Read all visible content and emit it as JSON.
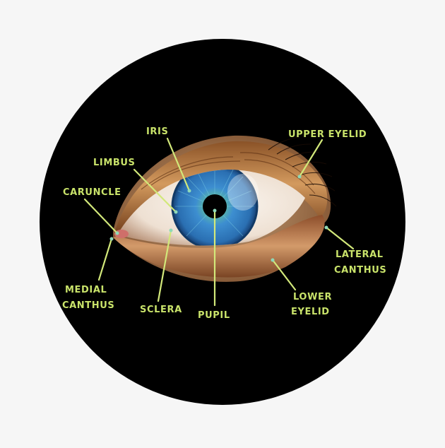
{
  "colors": {
    "page_background": "#f6f6f6",
    "button_background": "#000000",
    "label_color": "#c9e36a",
    "leader_line": "#d2e87a",
    "iris_outer": "#1f5f9e",
    "iris_mid": "#3d8ed0",
    "iris_inner": "#4fb3a4",
    "sclera": "#f3ece4",
    "skin": "#c88756",
    "pupil": "#000000"
  },
  "labels": {
    "iris": "IRIS",
    "upper_eyelid": "UPPER EYELID",
    "limbus": "LIMBUS",
    "caruncle": "CARUNCLE",
    "lateral_canthus_1": "LATERAL",
    "lateral_canthus_2": "CANTHUS",
    "medial_canthus_1": "MEDIAL",
    "medial_canthus_2": "CANTHUS",
    "sclera": "SCLERA",
    "pupil": "PUPIL",
    "lower_eyelid_1": "LOWER",
    "lower_eyelid_2": "EYELID"
  }
}
